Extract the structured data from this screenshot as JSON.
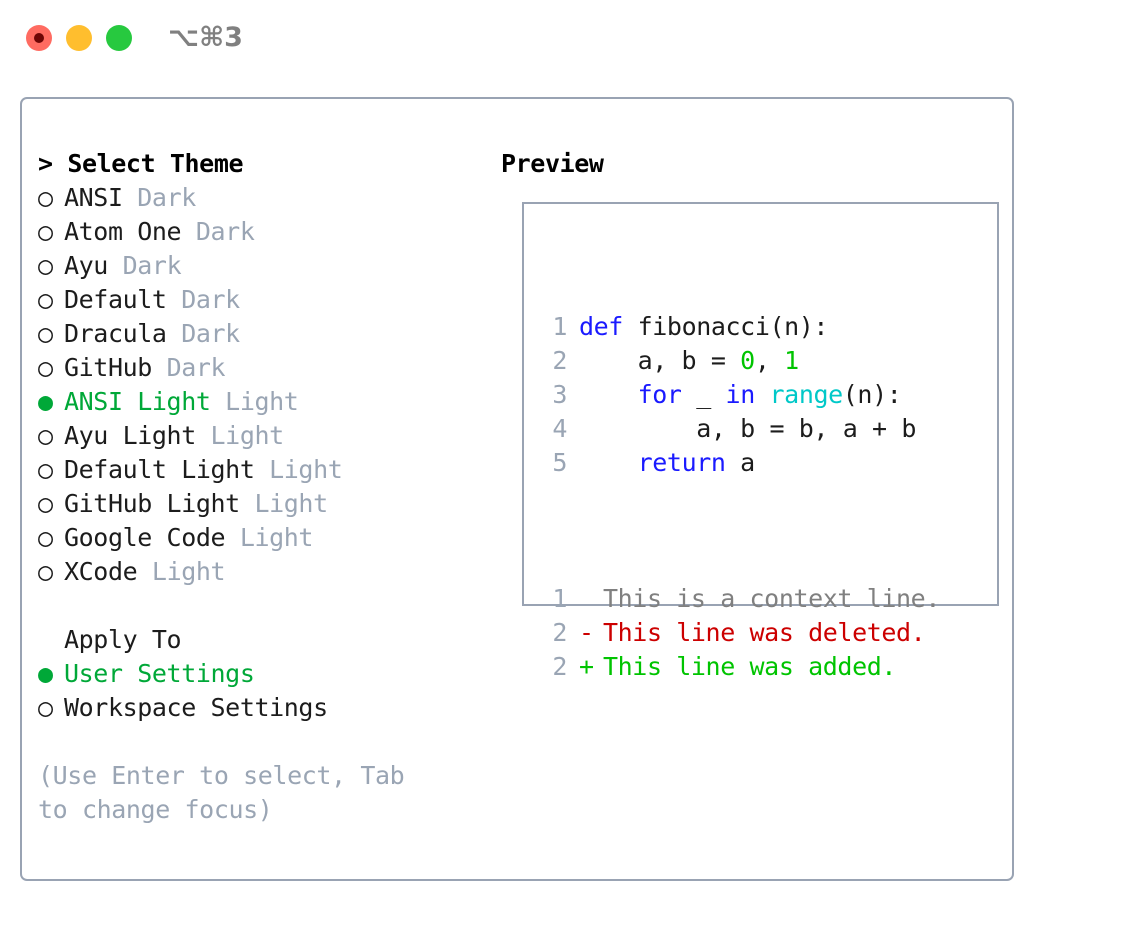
{
  "titlebar": {
    "shortcut": "⌥⌘3",
    "buttons": [
      {
        "name": "close",
        "color": "#ff6b61"
      },
      {
        "name": "minimize",
        "color": "#ffbe2e"
      },
      {
        "name": "zoom",
        "color": "#27c93f"
      }
    ]
  },
  "colors": {
    "accent_green": "#00a838",
    "border": "#99a3b3",
    "muted": "#9aa5b4",
    "keyword_blue": "#1a1aff",
    "function_cyan": "#00c8c8",
    "number_green": "#00c400",
    "diff_del_red": "#cc0000",
    "diff_add_green": "#00c400",
    "text": "#1c1c1c"
  },
  "left": {
    "heading_prefix": "> ",
    "heading": "Select Theme",
    "themes": [
      {
        "marker": "○",
        "name": "ANSI",
        "variant": " Dark",
        "selected": false
      },
      {
        "marker": "○",
        "name": "Atom One",
        "variant": " Dark",
        "selected": false
      },
      {
        "marker": "○",
        "name": "Ayu",
        "variant": " Dark",
        "selected": false
      },
      {
        "marker": "○",
        "name": "Default",
        "variant": " Dark",
        "selected": false
      },
      {
        "marker": "○",
        "name": "Dracula",
        "variant": " Dark",
        "selected": false
      },
      {
        "marker": "○",
        "name": "GitHub",
        "variant": " Dark",
        "selected": false
      },
      {
        "marker": "●",
        "name": "ANSI Light",
        "variant": " Light",
        "selected": true
      },
      {
        "marker": "○",
        "name": "Ayu Light",
        "variant": " Light",
        "selected": false
      },
      {
        "marker": "○",
        "name": "Default Light",
        "variant": " Light",
        "selected": false
      },
      {
        "marker": "○",
        "name": "GitHub Light",
        "variant": " Light",
        "selected": false
      },
      {
        "marker": "○",
        "name": "Google Code",
        "variant": " Light",
        "selected": false
      },
      {
        "marker": "○",
        "name": "XCode",
        "variant": " Light",
        "selected": false
      }
    ],
    "apply_to_label": "Apply To",
    "apply_to_options": [
      {
        "marker": "●",
        "name": "User Settings",
        "selected": true
      },
      {
        "marker": "○",
        "name": "Workspace Settings",
        "selected": false
      }
    ],
    "hint": "(Use Enter to select, Tab to change focus)"
  },
  "right": {
    "heading": "Preview",
    "code_lines": [
      {
        "no": "1",
        "tokens": [
          {
            "t": "def",
            "c": "kw"
          },
          {
            "t": " fibonacci(n):",
            "c": "txt"
          }
        ]
      },
      {
        "no": "2",
        "tokens": [
          {
            "t": "    a, b = ",
            "c": "txt"
          },
          {
            "t": "0",
            "c": "num"
          },
          {
            "t": ", ",
            "c": "txt"
          },
          {
            "t": "1",
            "c": "num"
          }
        ]
      },
      {
        "no": "3",
        "tokens": [
          {
            "t": "    ",
            "c": "txt"
          },
          {
            "t": "for",
            "c": "kw"
          },
          {
            "t": " _ ",
            "c": "txt"
          },
          {
            "t": "in",
            "c": "kw"
          },
          {
            "t": " ",
            "c": "txt"
          },
          {
            "t": "range",
            "c": "fn"
          },
          {
            "t": "(n):",
            "c": "txt"
          }
        ]
      },
      {
        "no": "4",
        "tokens": [
          {
            "t": "        a, b = b, a + b",
            "c": "txt"
          }
        ]
      },
      {
        "no": "5",
        "tokens": [
          {
            "t": "    ",
            "c": "txt"
          },
          {
            "t": "return",
            "c": "kw"
          },
          {
            "t": " a",
            "c": "txt"
          }
        ]
      }
    ],
    "diff_lines": [
      {
        "no": "1",
        "sign": " ",
        "text": "This is a context line.",
        "kind": "ctx"
      },
      {
        "no": "2",
        "sign": "-",
        "text": "This line was deleted.",
        "kind": "del"
      },
      {
        "no": "2",
        "sign": "+",
        "text": "This line was added.",
        "kind": "add"
      }
    ]
  }
}
